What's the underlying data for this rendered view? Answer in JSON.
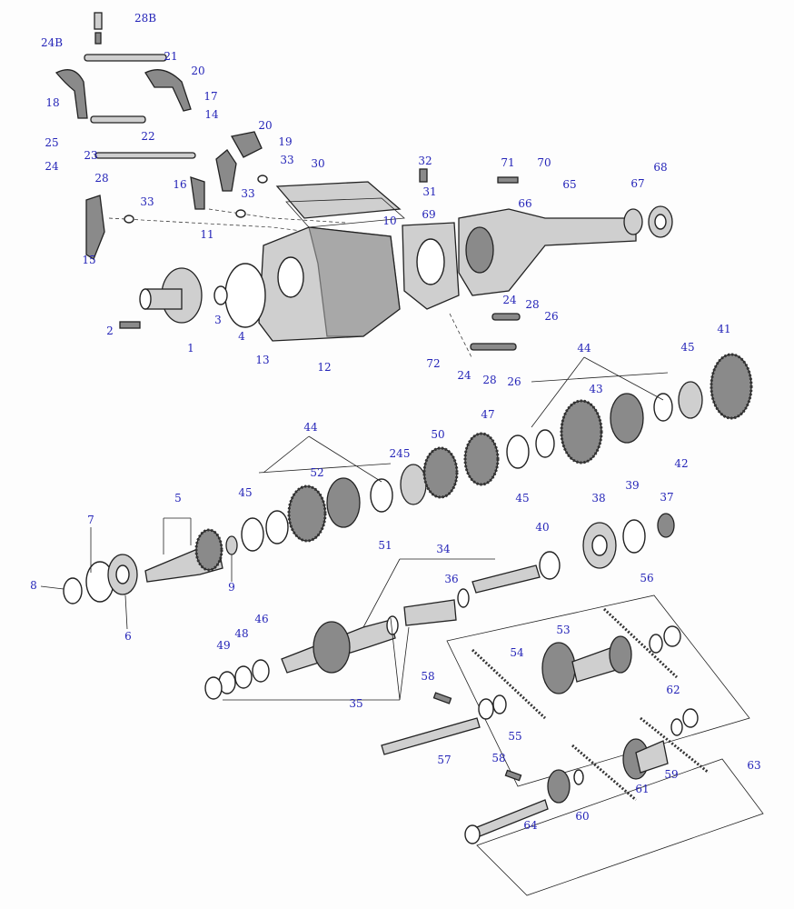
{
  "title": "Transmission exploded parts diagram",
  "accent_color": "#2424b8",
  "labels": [
    "28B",
    "24B",
    "21",
    "20",
    "18",
    "17",
    "22",
    "14",
    "20",
    "19",
    "25",
    "23",
    "24",
    "28",
    "33",
    "30",
    "32",
    "71",
    "70",
    "68",
    "16",
    "33",
    "31",
    "67",
    "65",
    "33",
    "66",
    "69",
    "10",
    "11",
    "15",
    "3",
    "4",
    "2",
    "1",
    "24",
    "28",
    "26",
    "13",
    "12",
    "72",
    "24",
    "28",
    "26",
    "44",
    "45",
    "41",
    "43",
    "44",
    "245",
    "50",
    "47",
    "52",
    "42",
    "5",
    "45",
    "45",
    "38",
    "39",
    "37",
    "51",
    "7",
    "40",
    "34",
    "8",
    "9",
    "36",
    "6",
    "56",
    "46",
    "48",
    "49",
    "53",
    "54",
    "35",
    "58",
    "55",
    "62",
    "57",
    "63",
    "58",
    "59",
    "61",
    "60",
    "64"
  ]
}
